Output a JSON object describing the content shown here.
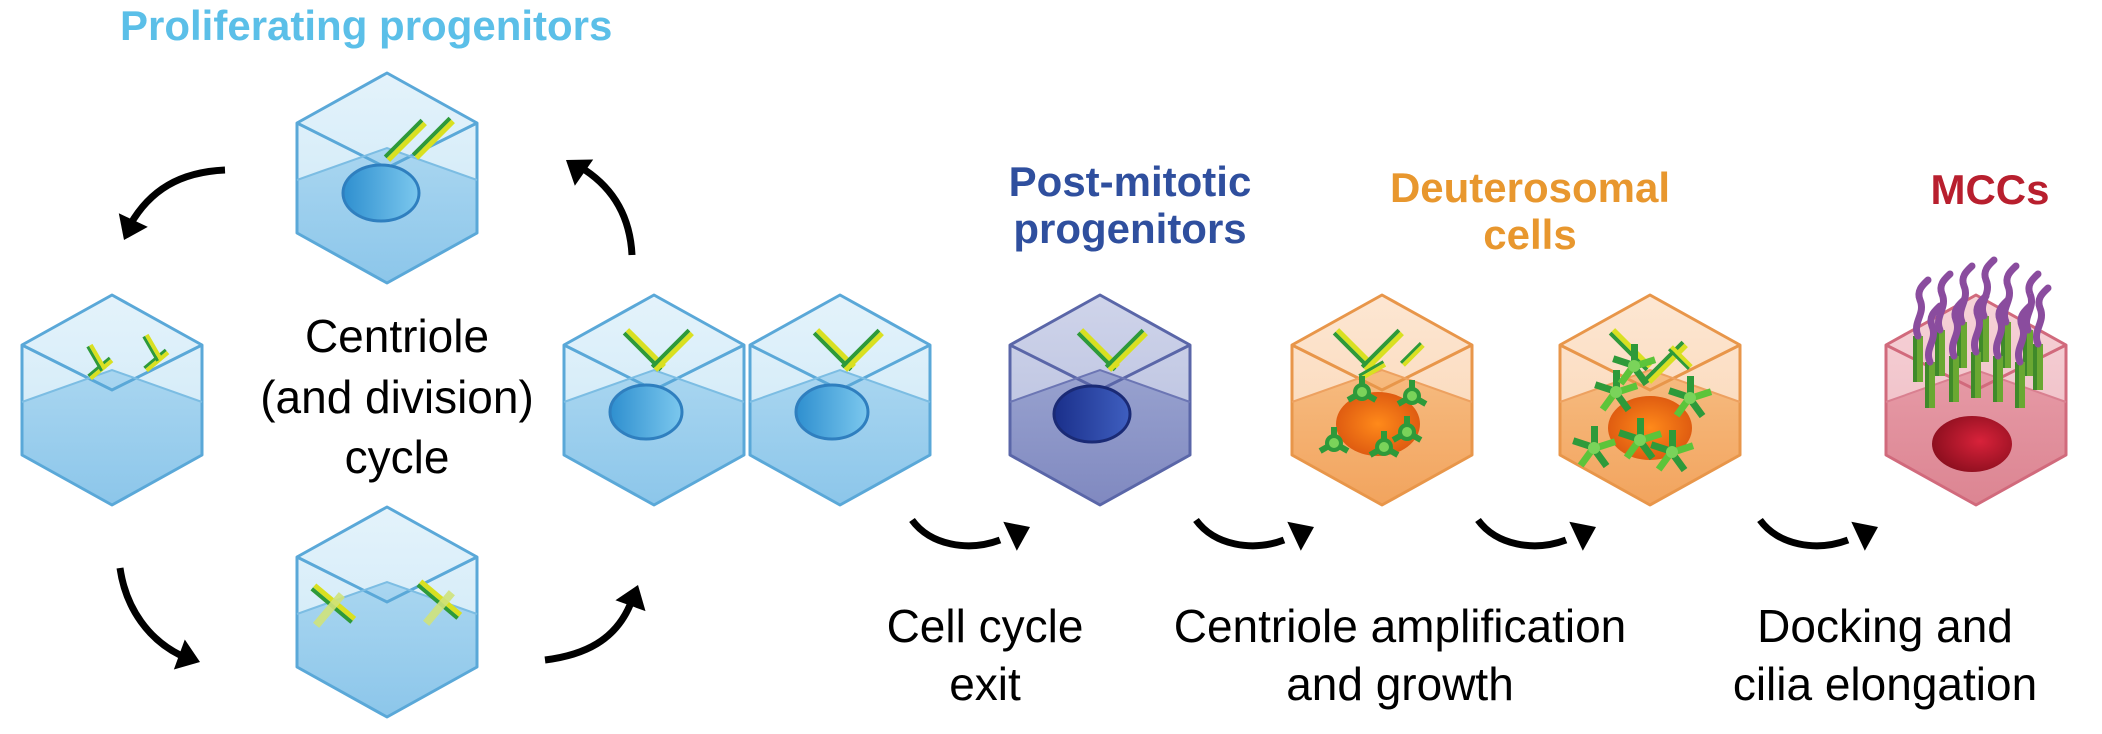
{
  "colors": {
    "proliferating": "#5bbfe8",
    "post_mitotic": "#2f4f9e",
    "deuterosomal": "#e8972e",
    "mcc": "#b81f2e",
    "arrow": "#000000",
    "centriole_green": "#2e9a3a",
    "centriole_yellow": "#d9e021",
    "cilia_purple": "#8a4c9e"
  },
  "stages": {
    "proliferating": {
      "title": "Proliferating progenitors"
    },
    "post_mitotic": {
      "title_line1": "Post-mitotic",
      "title_line2": "progenitors"
    },
    "deuterosomal": {
      "title_line1": "Deuterosomal",
      "title_line2": "cells"
    },
    "mcc": {
      "title": "MCCs"
    }
  },
  "steps": {
    "cycle": {
      "line1": "Centriole",
      "line2": "(and division)",
      "line3": "cycle"
    },
    "exit": {
      "line1": "Cell cycle",
      "line2": "exit"
    },
    "amplification": {
      "line1": "Centriole amplification",
      "line2": "and growth"
    },
    "docking": {
      "line1": "Docking and",
      "line2": "cilia elongation"
    }
  },
  "icons": [
    "hexagonal-cell-icon",
    "centriole-pair-icon",
    "deuterosome-icon",
    "cilium-icon",
    "curved-arrow-icon"
  ]
}
